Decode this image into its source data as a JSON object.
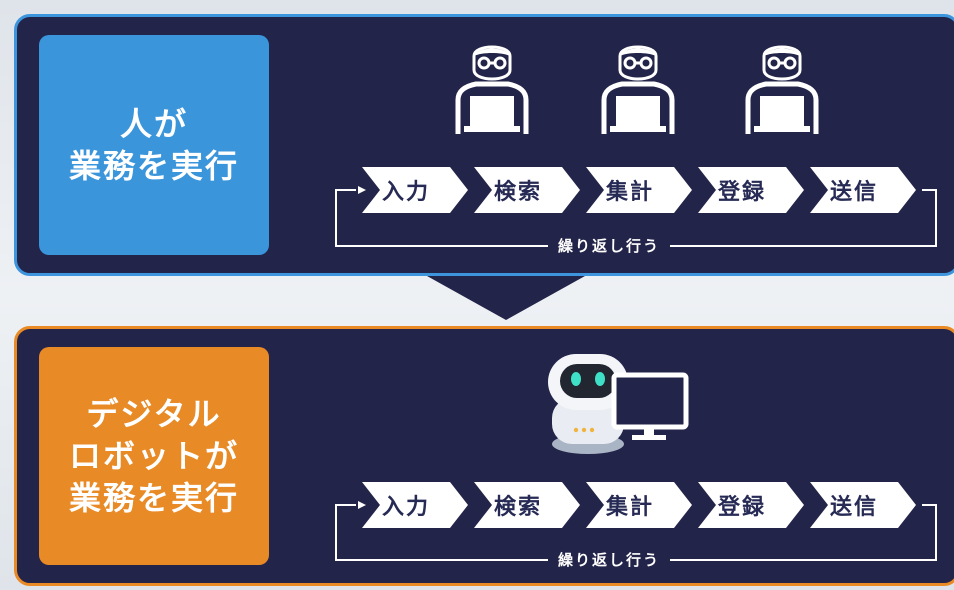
{
  "human_panel": {
    "label_lines": [
      "人が",
      "業務を実行"
    ],
    "steps": [
      "入力",
      "検索",
      "集計",
      "登録",
      "送信"
    ],
    "repeat_label": "繰り返し行う",
    "icons": [
      "person-at-laptop-icon",
      "person-at-laptop-icon",
      "person-at-laptop-icon"
    ]
  },
  "robot_panel": {
    "label_lines": [
      "デジタル",
      "ロボットが",
      "業務を実行"
    ],
    "steps": [
      "入力",
      "検索",
      "集計",
      "登録",
      "送信"
    ],
    "repeat_label": "繰り返し行う",
    "icons": [
      "robot-icon",
      "monitor-icon"
    ]
  },
  "colors": {
    "panel_bg": "#232449",
    "human_accent": "#3b95db",
    "robot_accent": "#e88a25",
    "step_fill": "#ffffff",
    "step_text": "#262a54"
  }
}
